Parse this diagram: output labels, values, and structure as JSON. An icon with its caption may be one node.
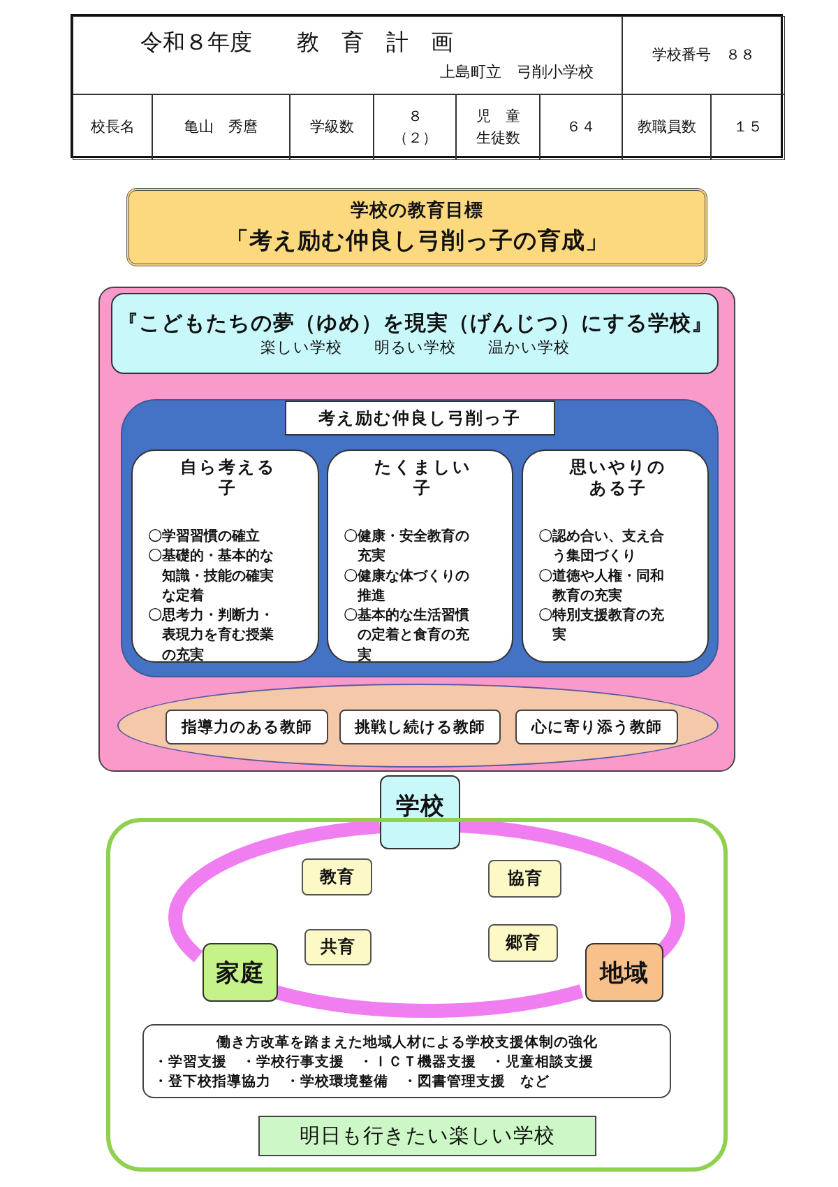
{
  "diagram": {
    "title": "令和８年度　　教　育　計　画",
    "nodes": [
      {
        "text": [
          "学校の教育目標",
          "「考え励む仲良し弓削っ子の育成」"
        ]
      },
      {
        "text": [],
        "shape": "box"
      },
      {
        "text": [
          "『こどもたちの夢（ゆめ）を現実（げんじつ）にする学校』",
          "楽しい学校　　明るい学校　　温かい学校"
        ],
        "in": 1
      },
      {
        "text": [
          "考え励む仲良し弓削っ子"
        ],
        "in": 1
      },
      {
        "text": [
          "自ら考える子",
          "〇学習習慣の確立",
          "〇基礎的・基本的な知識・技能の確実な定着",
          "〇思考力・判断力・表現力を育む授業の充実"
        ],
        "in": 3
      },
      {
        "text": [
          "たくましい子",
          "〇健康・安全教育の充実",
          "〇健康な体づくりの推進",
          "〇基本的な生活習慣の定着と食育の充実"
        ],
        "in": 3
      },
      {
        "text": [
          "思いやりのある子",
          "〇認め合い、支え合う集団づくり",
          "〇道徳や人権・同和教育の充実",
          "〇特別支援教育の充実"
        ],
        "in": 3
      },
      {
        "text": [],
        "shape": "ellipse",
        "in": 1
      },
      {
        "text": [
          "指導力のある教師"
        ],
        "in": 7
      },
      {
        "text": [
          "挑戦し続ける教師"
        ],
        "in": 7
      },
      {
        "text": [
          "心に寄り添う教師"
        ],
        "in": 7
      },
      {
        "text": [
          "学校"
        ]
      },
      {
        "text": [],
        "shape": "box"
      },
      {
        "text": [
          "教育"
        ],
        "in": 12
      },
      {
        "text": [
          "協育"
        ],
        "in": 12
      },
      {
        "text": [
          "共育"
        ],
        "in": 12
      },
      {
        "text": [
          "郷育"
        ],
        "in": 12
      },
      {
        "text": [
          "家庭"
        ],
        "in": 12
      },
      {
        "text": [
          "地域"
        ],
        "in": 12
      },
      {
        "text": [
          "働き方改革を踏まえた地域人材による学校支援体制の強化",
          "・学習支援　・学校行事支援　・ＩＣＴ機器支援　・児童相談支援",
          "・登下校指導協力　・学校環境整備　・図書管理支援　など"
        ],
        "in": 12
      },
      {
        "text": [
          "明日も行きたい楽しい学校"
        ],
        "in": 12
      }
    ],
    "edges": [
      {
        "from": 11,
        "to": 17,
        "arrow": "none"
      },
      {
        "from": 17,
        "to": 18,
        "arrow": "none"
      },
      {
        "from": 18,
        "to": 11,
        "arrow": "none"
      }
    ],
    "labels": [
      "上島町立　弓削小学校",
      "学校番号　８８",
      "校長名",
      "亀山　秀麿",
      "学級数",
      "８（２）",
      "児　童生徒数",
      "６４",
      "教職員数",
      "１５"
    ]
  }
}
